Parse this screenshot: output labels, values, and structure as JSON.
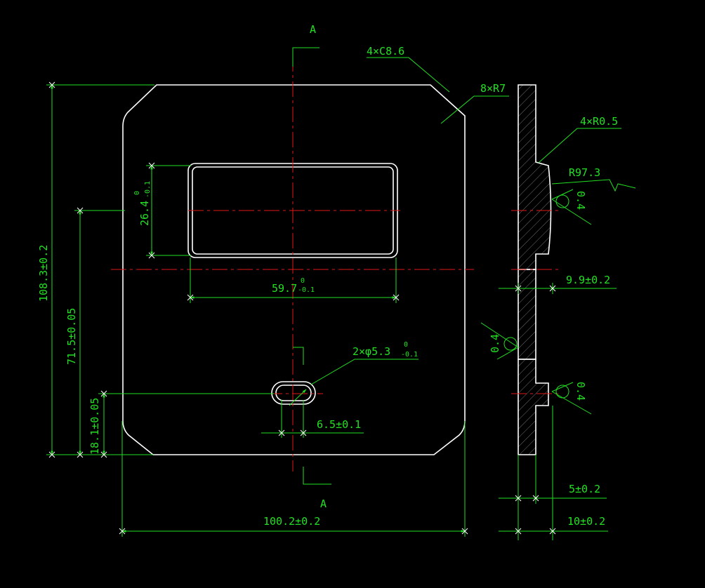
{
  "section": {
    "top_label": "A",
    "bottom_label": "A"
  },
  "annotations": {
    "chamfer": "4×C8.6",
    "corner_radius": "8×R7",
    "fillet": "4×R0.5",
    "arc_radius": "R97.3",
    "holes": "2×φ5.3",
    "holes_tol": "0",
    "holes_tol_low": "-0.1",
    "surface_a": "0.4",
    "surface_b": "0.4",
    "surface_c": "0.4"
  },
  "dimensions": {
    "height_total": "108.3±0.2",
    "height_window_center": "71.5±0.05",
    "height_hole_center": "18.1±0.05",
    "window_height": "26.4",
    "window_height_tol_up": "0",
    "window_height_tol_low": "-0.1",
    "window_width": "59.7",
    "window_width_tol_up": "0",
    "window_width_tol_low": "-0.1",
    "slot_width": "6.5±0.1",
    "width_total": "100.2±0.2",
    "step_depth": "9.9±0.2",
    "thickness_step": "5±0.2",
    "thickness_total": "10±0.2"
  },
  "colors": {
    "background": "#000000",
    "outline": "#ffffff",
    "dimension": "#22e022",
    "centerline": "#e01818",
    "hatch": "#7a7a7a"
  }
}
